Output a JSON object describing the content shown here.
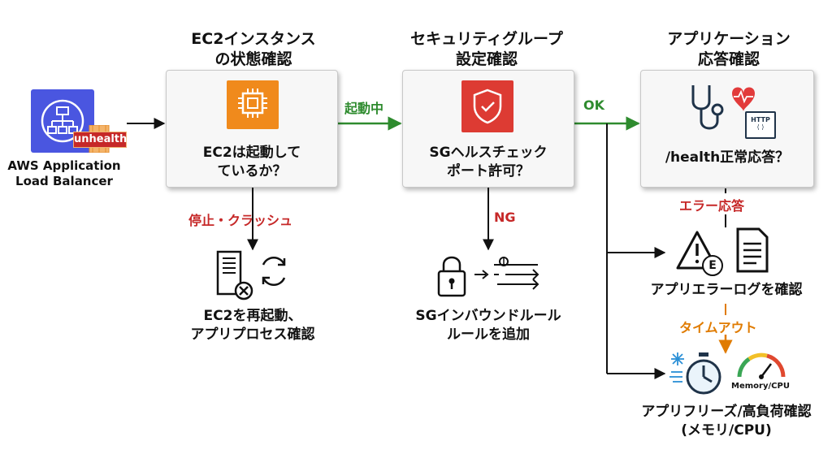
{
  "colors": {
    "arrow_black": "#111111",
    "arrow_green": "#2e8b2e",
    "label_red": "#c62828",
    "label_orange": "#e07b00",
    "aws_blue": "#4a56e0",
    "ec2_orange": "#f08a1c",
    "sg_red": "#dd3b33"
  },
  "headers": {
    "col1": [
      "EC2インスタンス",
      "の状態確認"
    ],
    "col2": [
      "セキュリティグループ",
      "設定確認"
    ],
    "col3": [
      "アプリケーション",
      "応答確認"
    ]
  },
  "alb": {
    "label": [
      "AWS Application",
      "Load Balancer"
    ],
    "badge": "unhealthy",
    "icon": "load-balancer-icon"
  },
  "boxes": {
    "ec2": {
      "text": [
        "EC2は起動して",
        "ているか？"
      ],
      "icon": "ec2-chip-icon"
    },
    "sg": {
      "text": [
        "SGヘルスチェック",
        "ポート許可？"
      ],
      "icon": "security-shield-icon"
    },
    "app": {
      "text": "/health正常応答？",
      "icon": "stethoscope-heart-icon",
      "http_badge": "HTTP"
    }
  },
  "edges": {
    "running": "起動中",
    "ok": "OK",
    "stopped": "停止・クラッシュ",
    "ng": "NG",
    "error_response": "エラー応答",
    "timeout": "タイムアウト"
  },
  "outcomes": {
    "restart": [
      "EC2を再起動、",
      "アプリプロセス確認"
    ],
    "inbound": [
      "SGインバウンドルール",
      "ルールを追加"
    ],
    "errorlog": "アプリエラーログを確認",
    "freeze": [
      "アプリフリーズ/高負荷確認",
      "(メモリ/CPU)"
    ],
    "gauge_label": "Memory/CPU",
    "error_badge": "E"
  }
}
